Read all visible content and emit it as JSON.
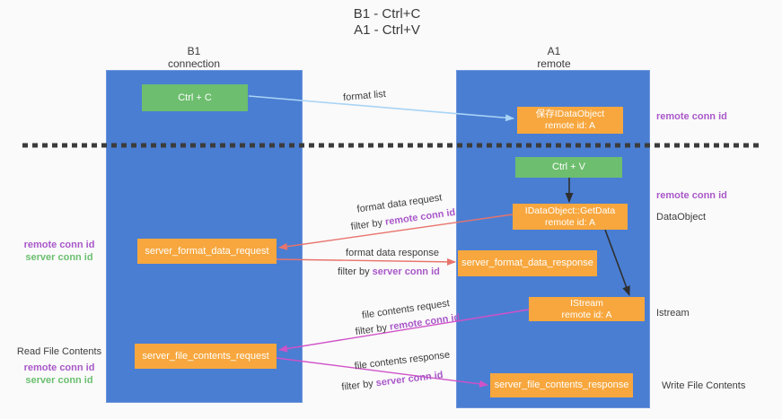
{
  "title": {
    "line1": "B1 - Ctrl+C",
    "line2": "A1 - Ctrl+V"
  },
  "lanes": {
    "left": {
      "name": "B1",
      "role": "connection"
    },
    "right": {
      "name": "A1",
      "role": "remote"
    }
  },
  "nodes": {
    "ctrl_c": {
      "label": "Ctrl + C"
    },
    "ctrl_v": {
      "label": "Ctrl + V"
    },
    "save_dataobject": {
      "line1": "保存IDataObject",
      "line2": "remote id: A"
    },
    "getdata": {
      "line1": "IDataObject::GetData",
      "line2": "remote id: A"
    },
    "istream": {
      "line1": "IStream",
      "line2": "remote id: A"
    },
    "server_format_data_request": {
      "label": "server_format_data_request"
    },
    "server_format_data_response": {
      "label": "server_format_data_response"
    },
    "server_file_contents_request": {
      "label": "server_file_contents_request"
    },
    "server_file_contents_response": {
      "label": "server_file_contents_response"
    }
  },
  "edges": {
    "format_list": {
      "label": "format list"
    },
    "format_data_request": {
      "label": "format data request",
      "filter_prefix": "filter by",
      "filter_key": "remote conn id"
    },
    "format_data_response": {
      "label": "format data response",
      "filter_prefix": "filter by",
      "filter_key": "server conn id"
    },
    "file_contents_request": {
      "label": "file contents request",
      "filter_prefix": "filter by",
      "filter_key": "remote conn id"
    },
    "file_contents_response": {
      "label": "file contents response",
      "filter_prefix": "filter by",
      "filter_key": "server conn id"
    }
  },
  "annotations": {
    "right_top_conn_id": "remote conn id",
    "right_mid_conn_id": "remote conn id",
    "dataobject": "DataObject",
    "istream": "Istream",
    "write_file_contents": "Write File Contents",
    "read_file_contents": "Read File Contents",
    "left_format_remote": "remote conn id",
    "left_format_server": "server conn id",
    "left_file_remote": "remote conn id",
    "left_file_server": "server conn id"
  },
  "colors": {
    "lane_fill": "#4a7ed2",
    "node_orange": "#f7a73e",
    "node_green": "#6dbe6e",
    "arrow_blue": "#a9d4f5",
    "arrow_red": "#e8746c",
    "arrow_magenta": "#d052c8",
    "arrow_black": "#2f2f2f",
    "text_purple": "#a958c9",
    "text_green": "#6cbf70",
    "background": "#fafafa"
  }
}
